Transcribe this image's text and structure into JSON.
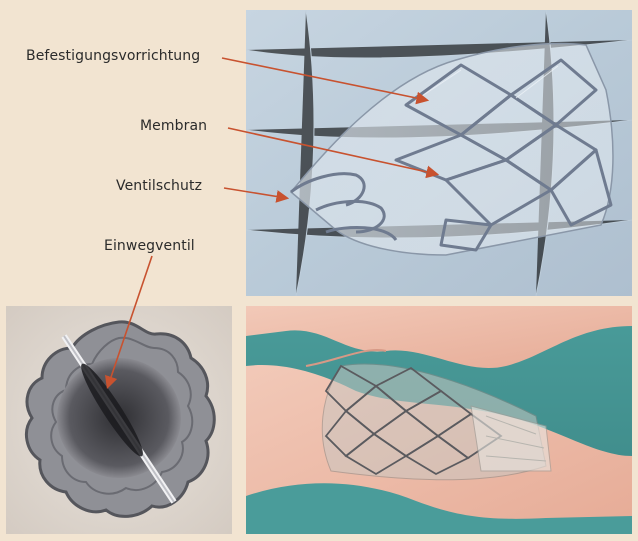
{
  "labels": {
    "attachment": "Befestigungsvorrichtung",
    "membrane": "Membran",
    "valve_guard": "Ventilschutz",
    "one_way_valve": "Einwegventil"
  },
  "colors": {
    "background": "#f2e4d1",
    "arrow": "#c8522f"
  },
  "panels": {
    "top_right": "stent-valve-photo",
    "bottom_left": "valve-top-view",
    "bottom_right": "bronchus-stent-illustration"
  }
}
